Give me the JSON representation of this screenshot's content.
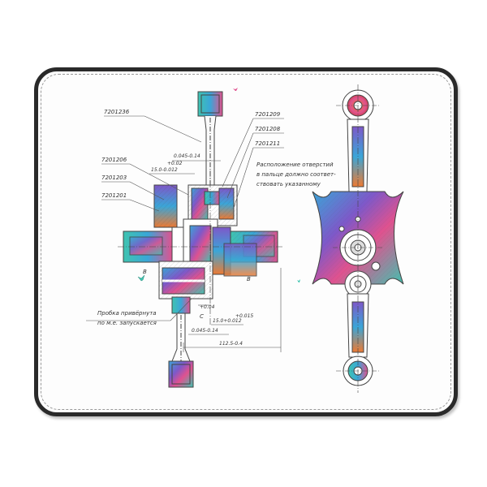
{
  "part_labels": [
    "7201236",
    "7201209",
    "7201208",
    "7201211",
    "7201206",
    "7201203",
    "7201201"
  ],
  "dimensions": {
    "d1": "0.045-0.14",
    "d2": "15.0-0.012",
    "d3": "+0.02",
    "d4": "+0.04",
    "d5": "0.045-0.14",
    "d6": "15.0+0.012",
    "d7": "+0.015",
    "d8": "112.5-0.4"
  },
  "section_marks": {
    "b_left": "B",
    "b_right": "B",
    "c": "C"
  },
  "notes": {
    "top_right_1": "Расположение отверстий",
    "top_right_2": "в пальце должно соответ-",
    "top_right_3": "ствовать указанному",
    "bottom_left_1": "Пробка привёрнута",
    "bottom_left_2": "по м.е. запускается"
  },
  "colors": {
    "mat_border": "#2a2a2a",
    "accent_blue": "#3aa6d8",
    "accent_teal": "#3fc4b0",
    "accent_pink": "#e0528f",
    "accent_orange": "#ee7a32",
    "accent_purple": "#7e58c9",
    "line": "#444444"
  }
}
